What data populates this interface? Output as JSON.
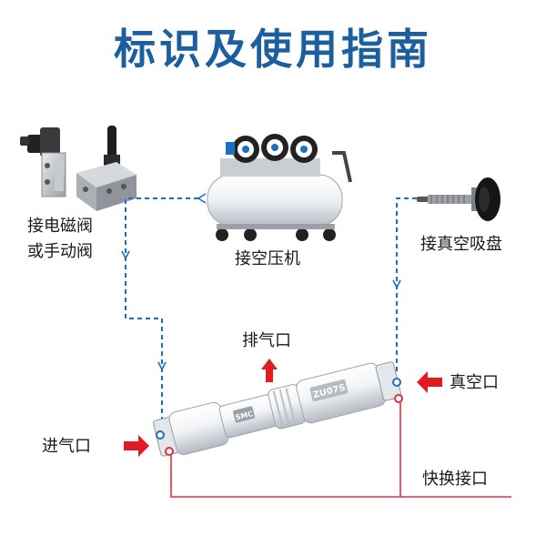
{
  "title": "标识及使用指南",
  "labels": {
    "valve_line1": "接电磁阀",
    "valve_line2": "或手动阀",
    "compressor": "接空压机",
    "suction_cup": "接真空吸盘",
    "exhaust": "排气口",
    "inlet": "进气口",
    "vacuum_port": "真空口",
    "quick_connector": "快换接口"
  },
  "product_model": "ZU07S",
  "brand_mark": "SMC",
  "colors": {
    "title": "#1b5f9e",
    "dashed_line": "#1b6fbf",
    "arrow": "#e01b22",
    "connector_line": "#e0323a"
  }
}
